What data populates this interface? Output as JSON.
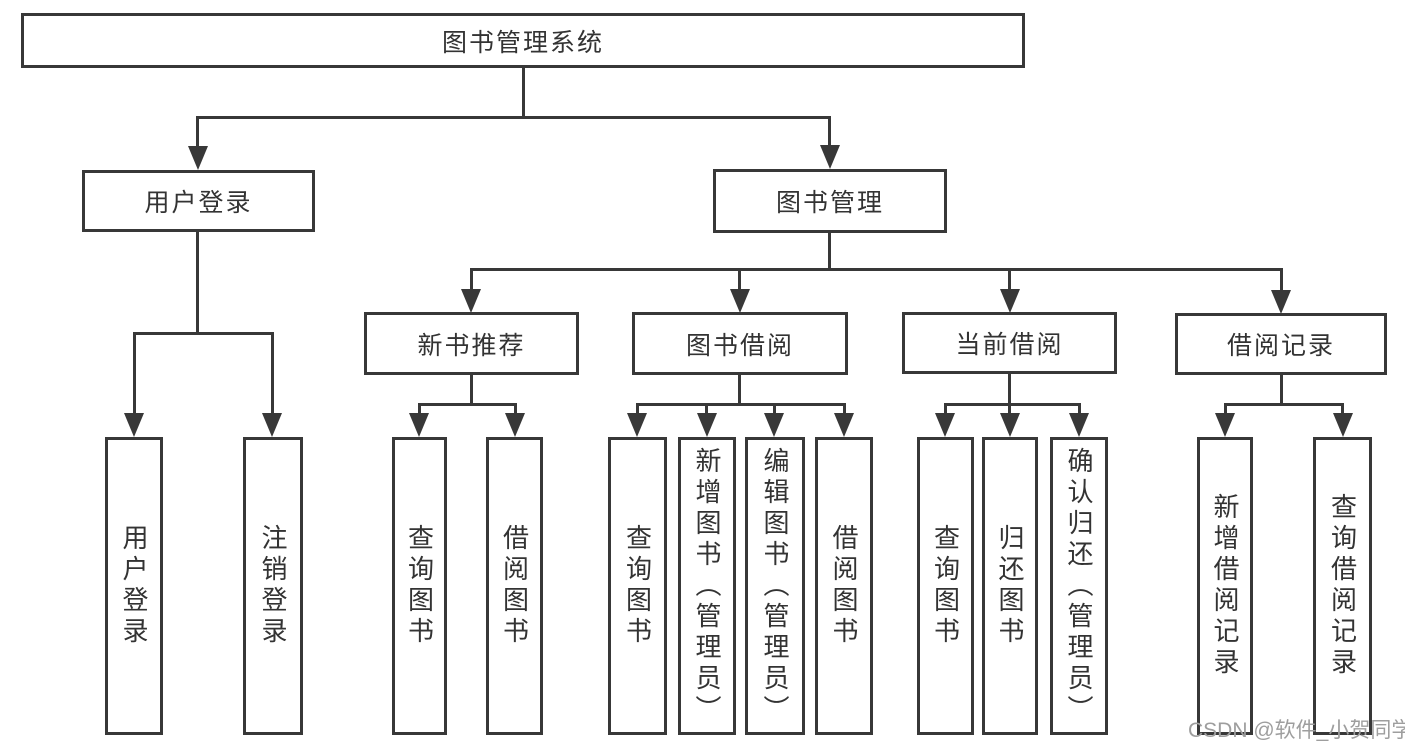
{
  "diagram": {
    "root": {
      "label": "图书管理系统"
    },
    "level1": [
      {
        "label": "用户登录"
      },
      {
        "label": "图书管理"
      }
    ],
    "level2": [
      {
        "label": "新书推荐"
      },
      {
        "label": "图书借阅"
      },
      {
        "label": "当前借阅"
      },
      {
        "label": "借阅记录"
      }
    ],
    "leaves": [
      {
        "label": "用户登录"
      },
      {
        "label": "注销登录"
      },
      {
        "label": "查询图书"
      },
      {
        "label": "借阅图书"
      },
      {
        "label": "查询图书"
      },
      {
        "label": "新增图书（管理员）"
      },
      {
        "label": "编辑图书（管理员）"
      },
      {
        "label": "借阅图书"
      },
      {
        "label": "查询图书"
      },
      {
        "label": "归还图书"
      },
      {
        "label": "确认归还（管理员）"
      },
      {
        "label": "新增借阅记录"
      },
      {
        "label": "查询借阅记录"
      }
    ]
  },
  "watermark": {
    "text": "CSDN @软件_小贺同学"
  },
  "colors": {
    "line": "#383838",
    "text": "#333333",
    "background": "#ffffff",
    "watermark": "#9e9e9e"
  }
}
